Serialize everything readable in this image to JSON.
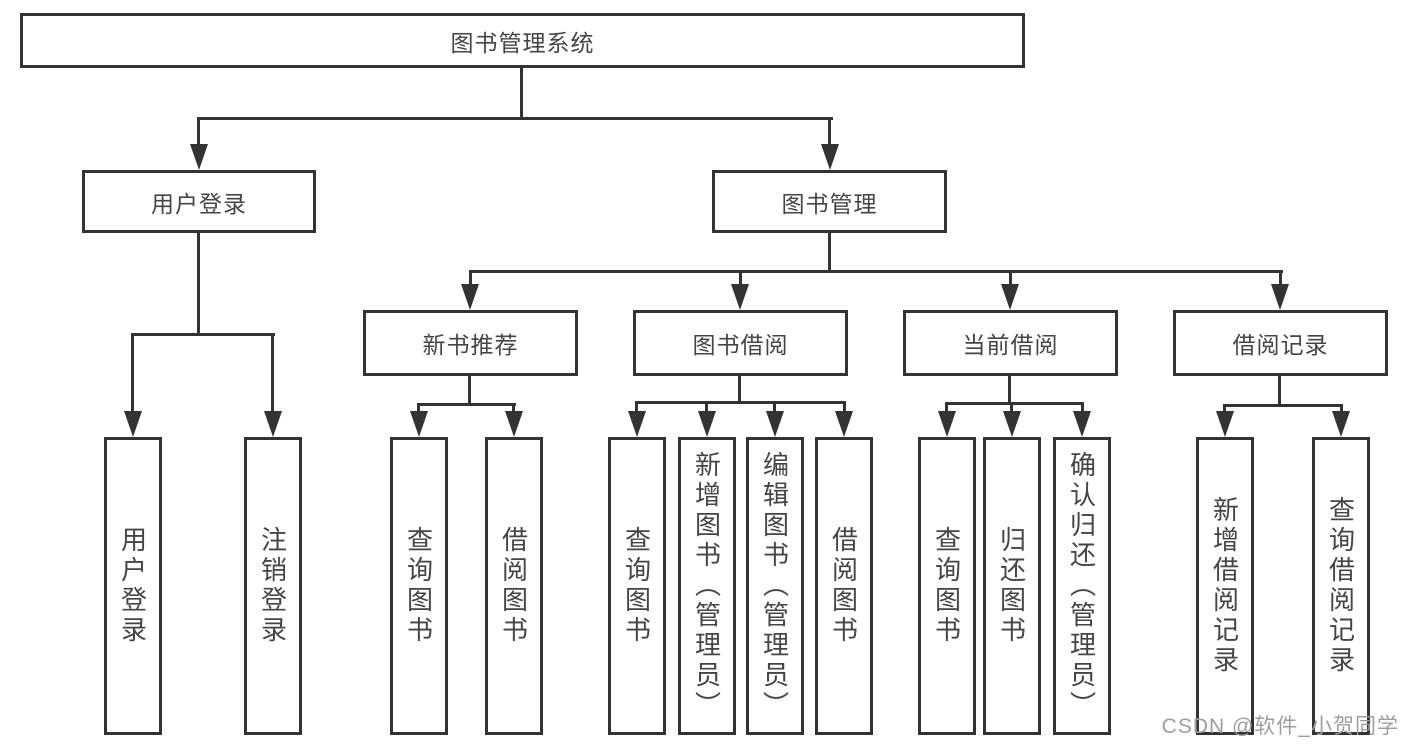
{
  "diagram": {
    "root": {
      "label": "图书管理系统"
    },
    "level2": [
      {
        "label": "用户登录"
      },
      {
        "label": "图书管理"
      }
    ],
    "level3": [
      {
        "label": "新书推荐"
      },
      {
        "label": "图书借阅"
      },
      {
        "label": "当前借阅"
      },
      {
        "label": "借阅记录"
      }
    ],
    "leaves": [
      {
        "label": "用户登录"
      },
      {
        "label": "注销登录"
      },
      {
        "label": "查询图书"
      },
      {
        "label": "借阅图书"
      },
      {
        "label": "查询图书"
      },
      {
        "label": "新增图书（管理员）"
      },
      {
        "label": "编辑图书（管理员）"
      },
      {
        "label": "借阅图书"
      },
      {
        "label": "查询图书"
      },
      {
        "label": "归还图书"
      },
      {
        "label": "确认归还（管理员）"
      },
      {
        "label": "新增借阅记录"
      },
      {
        "label": "查询借阅记录"
      }
    ]
  },
  "watermark": {
    "text": "CSDN @软件_小贺同学"
  },
  "colors": {
    "line": "#333333",
    "text": "#454545",
    "watermark": "#9e9e9e",
    "background": "#ffffff"
  }
}
